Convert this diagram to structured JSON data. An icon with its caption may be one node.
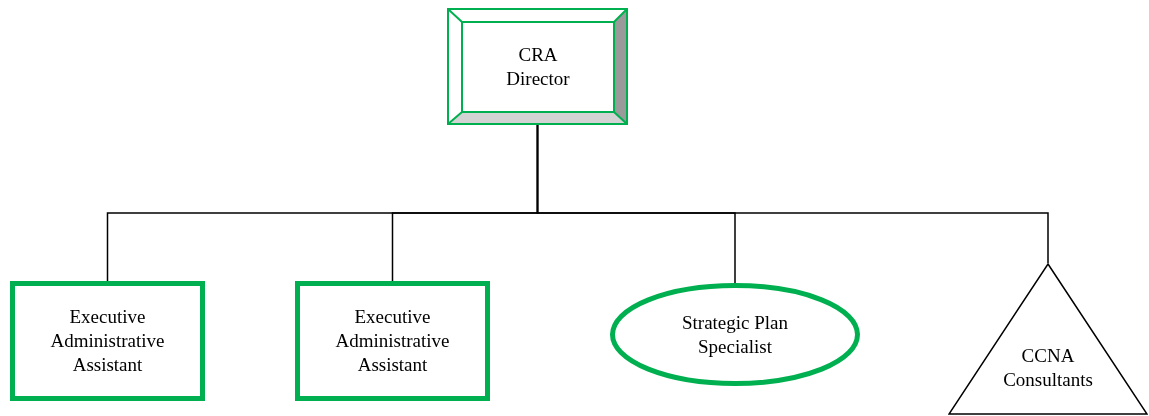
{
  "diagram": {
    "nodes": [
      {
        "text": [
          "CRA Director"
        ]
      },
      {
        "text": [
          "Executive Administrative Assistant"
        ]
      },
      {
        "text": [
          "Executive Administrative Assistant"
        ]
      },
      {
        "text": [
          "Strategic Plan Specialist"
        ]
      },
      {
        "text": [
          "CCNA Consultants"
        ]
      }
    ],
    "edges": [
      {
        "from": 0,
        "to": 1,
        "arrow": "none"
      },
      {
        "from": 0,
        "to": 2,
        "arrow": "none"
      },
      {
        "from": 0,
        "to": 3,
        "arrow": "none"
      },
      {
        "from": 0,
        "to": 4,
        "arrow": "none"
      }
    ]
  }
}
